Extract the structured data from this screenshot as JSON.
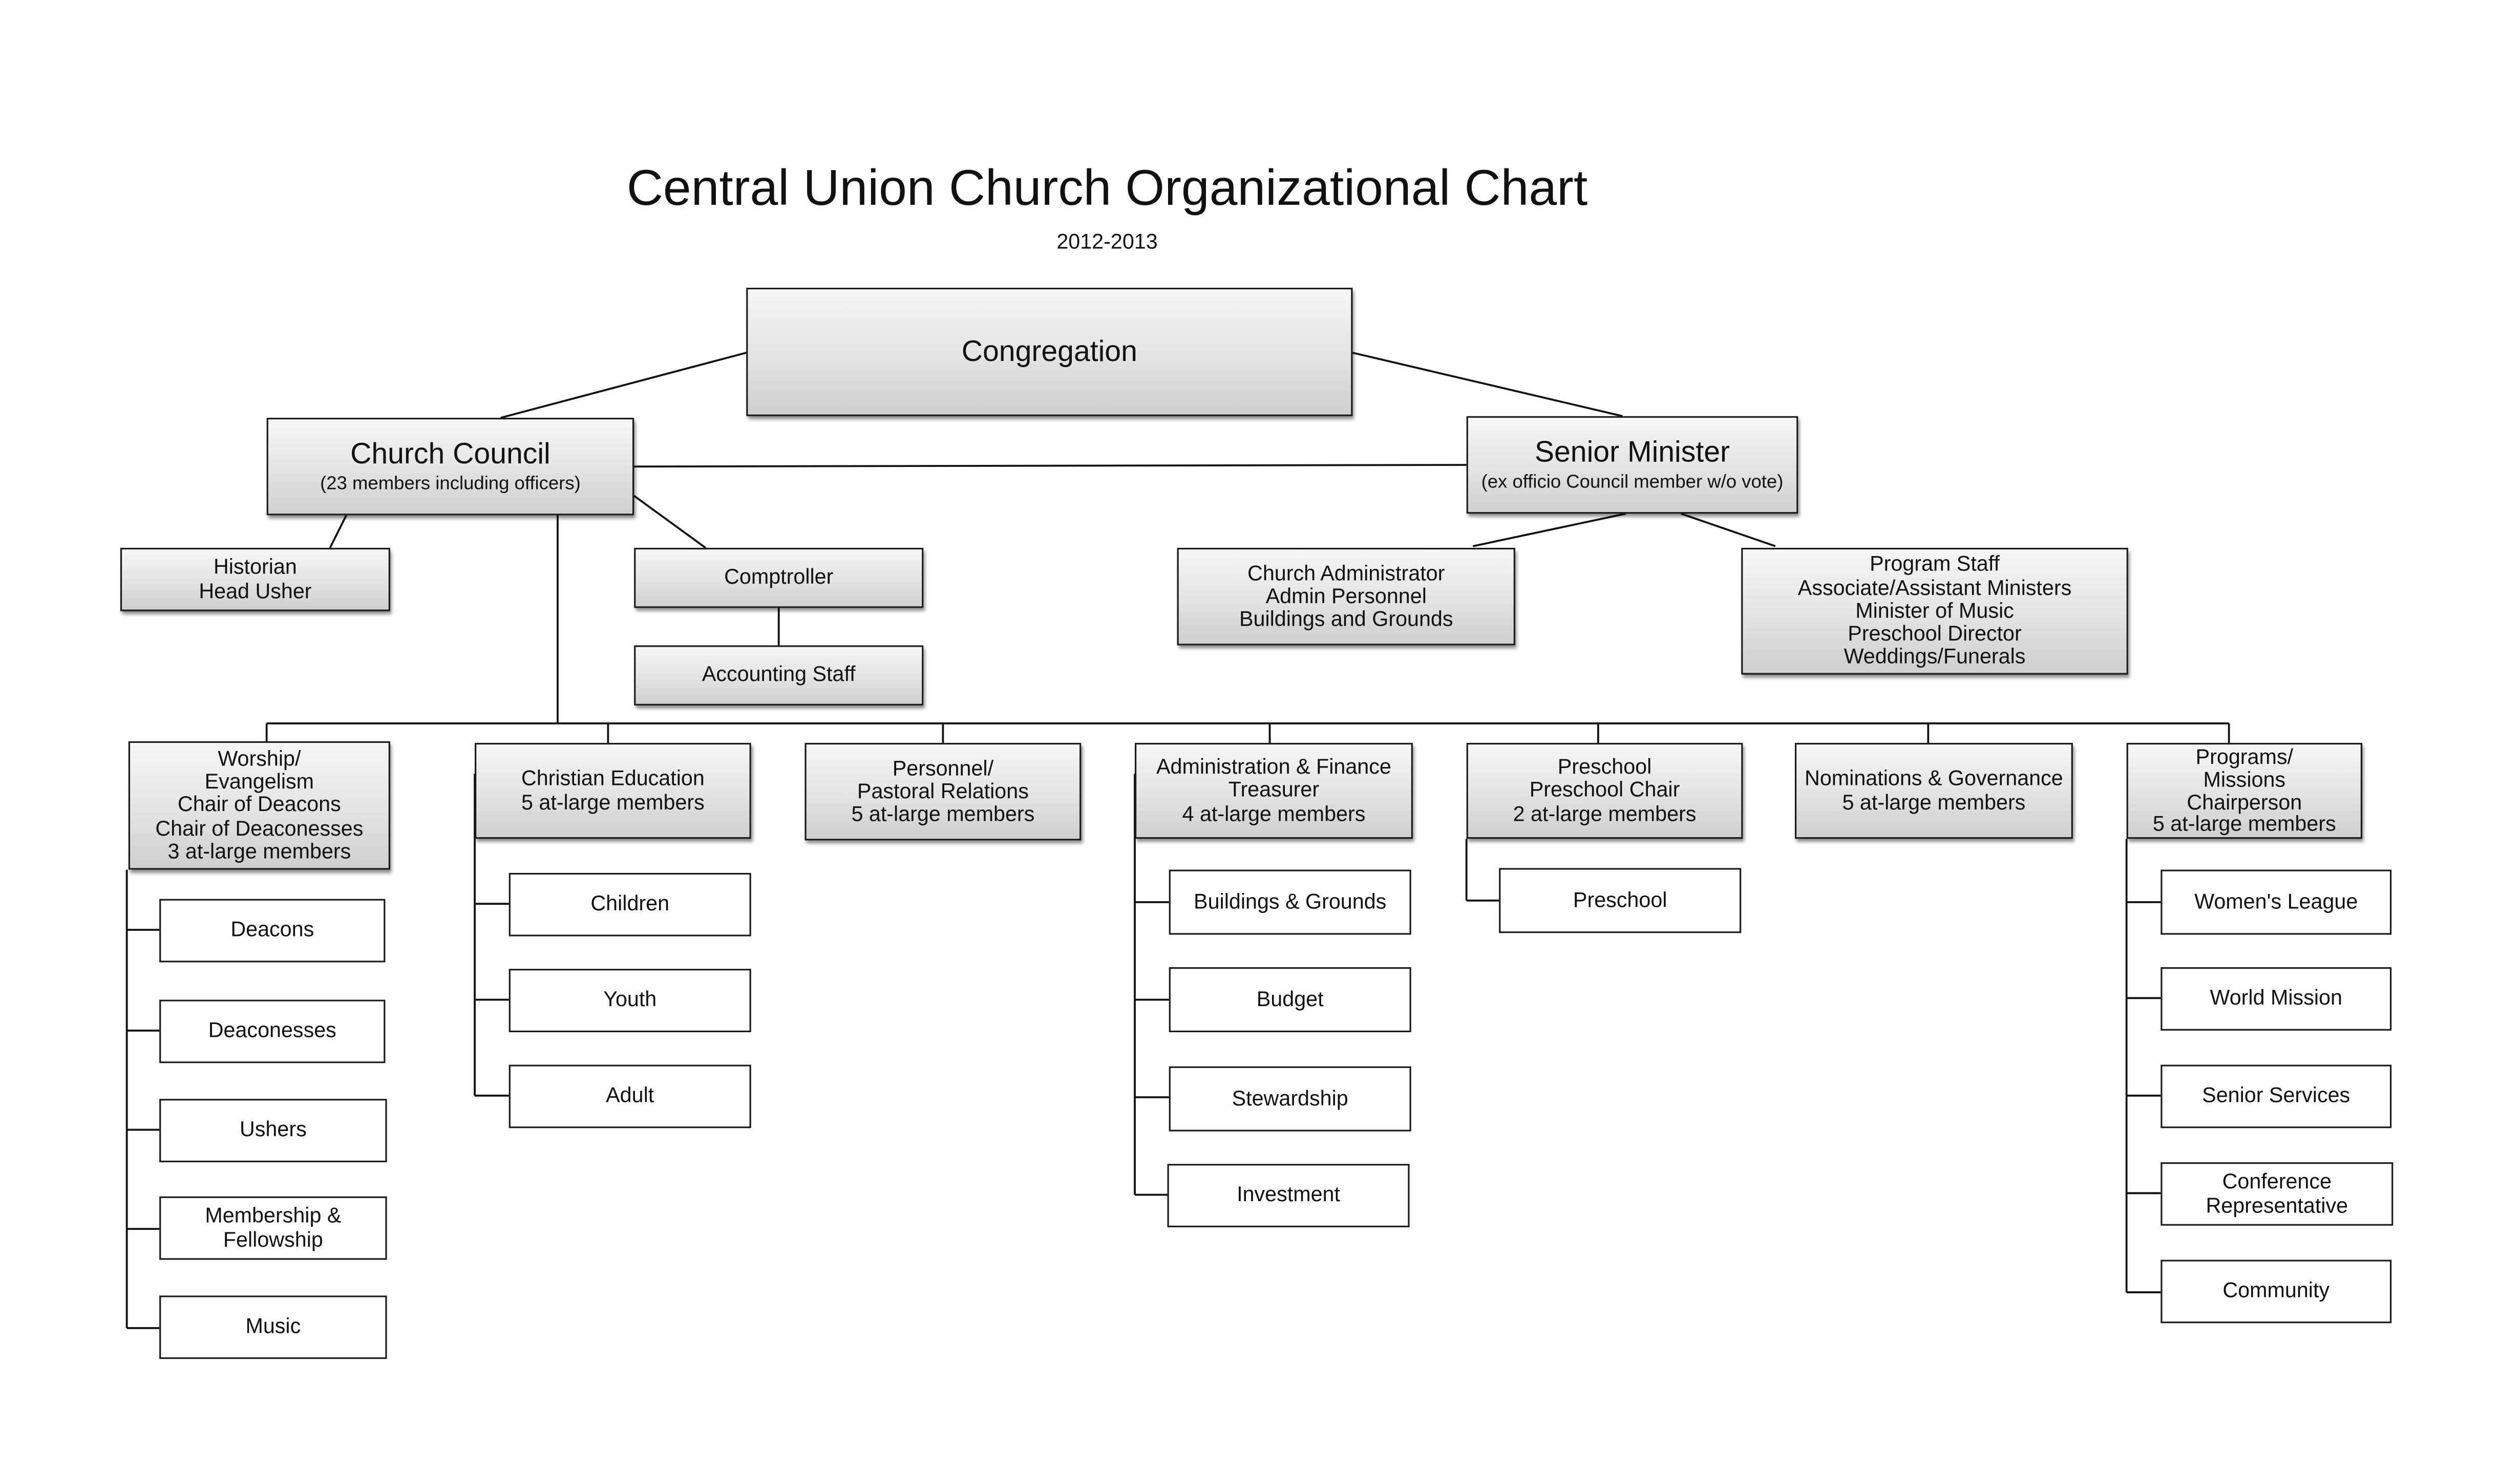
{
  "title": "Central Union Church Organizational Chart",
  "subtitle": "2012-2013",
  "nodes": {
    "congregation": "Congregation",
    "church_council": {
      "title": "Church Council",
      "subtitle": "(23 members including officers)"
    },
    "senior_minister": {
      "title": "Senior Minister",
      "subtitle": "(ex officio Council member w/o vote)"
    },
    "historian": [
      "Historian",
      "Head Usher"
    ],
    "comptroller": "Comptroller",
    "accounting_staff": "Accounting Staff",
    "church_administrator": [
      "Church Administrator",
      "Admin Personnel",
      "Buildings and Grounds"
    ],
    "program_staff": [
      "Program Staff",
      "Associate/Assistant Ministers",
      "Minister of Music",
      "Preschool Director",
      "Weddings/Funerals"
    ]
  },
  "committees": [
    {
      "lines": [
        "Worship/",
        "Evangelism",
        "Chair of Deacons",
        "Chair of Deaconesses",
        "3 at-large members"
      ],
      "children": [
        "Deacons",
        "Deaconesses",
        "Ushers",
        "Membership & Fellowship",
        "Music"
      ]
    },
    {
      "lines": [
        "Christian Education",
        "5 at-large members"
      ],
      "children": [
        "Children",
        "Youth",
        "Adult"
      ]
    },
    {
      "lines": [
        "Personnel/",
        "Pastoral Relations",
        "5 at-large members"
      ],
      "children": []
    },
    {
      "lines": [
        "Administration & Finance",
        "Treasurer",
        "4 at-large members"
      ],
      "children": [
        "Buildings & Grounds",
        "Budget",
        "Stewardship",
        "Investment"
      ]
    },
    {
      "lines": [
        "Preschool",
        "Preschool Chair",
        "2 at-large members"
      ],
      "children": [
        "Preschool"
      ]
    },
    {
      "lines": [
        "Nominations & Governance",
        "5 at-large members"
      ],
      "children": []
    },
    {
      "lines": [
        "Programs/",
        "Missions",
        "Chairperson",
        "5 at-large members"
      ],
      "children": [
        "Women's League",
        "World Mission",
        "Senior Services",
        "Conference Representative",
        "Community"
      ]
    }
  ]
}
